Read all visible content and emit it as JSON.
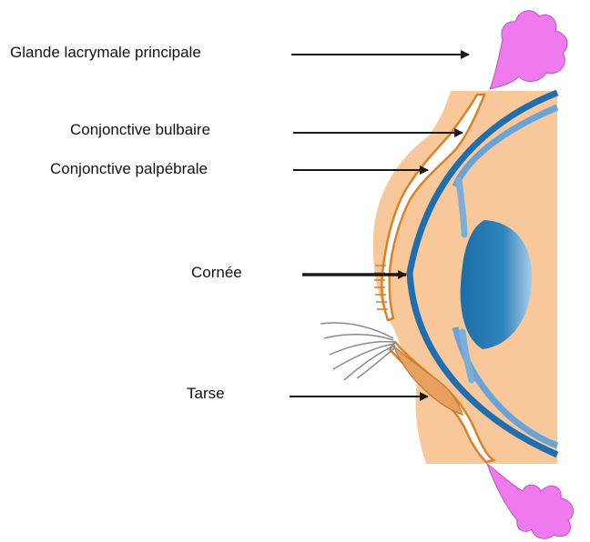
{
  "labels": [
    {
      "id": "glande",
      "text": "Glande lacrymale principale"
    },
    {
      "id": "conj-bulbaire",
      "text": "Conjonctive bulbaire"
    },
    {
      "id": "conj-palpebrale",
      "text": "Conjonctive palpébrale"
    },
    {
      "id": "cornee",
      "text": "Cornée"
    },
    {
      "id": "tarse",
      "text": "Tarse"
    }
  ],
  "colors": {
    "skin": "#f8c89a",
    "eyelid_outline": "#d9822b",
    "conjunctiva_fill": "#ffffff",
    "gland": "#ee7aee",
    "gland_outline": "#c050c0",
    "sclera": "#1f6fb0",
    "cornea": "#3d86c6",
    "iris": "#5a9ccf",
    "lens": "#1a6fa8",
    "arrow": "#1a1a1a",
    "lashes": "#8a8a8a",
    "background": "#ffffff"
  }
}
